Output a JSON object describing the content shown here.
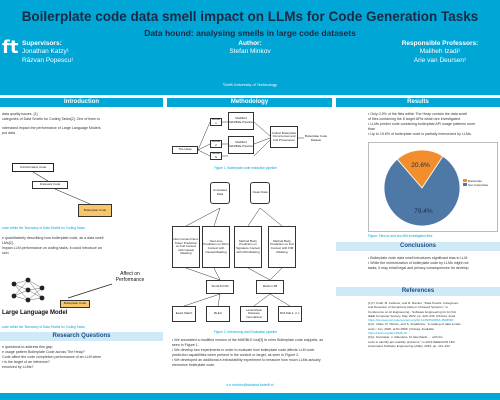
{
  "header": {
    "title": "Boilerplate code data smell impact on LLMs for Code Generation Tasks",
    "subtitle": "Data hound: analysing smells in large code datasets",
    "logo_text": "ft",
    "supervisors_label": "Supervisors:",
    "supervisors": [
      "Jonathan Katzy¹",
      "Răzvan Popescu¹"
    ],
    "author_label": "Author:",
    "author": "Stefan Minkov",
    "professors_label": "Responsible Professors:",
    "professors": [
      "Maliheh Izadi¹",
      "Arie van Deursen¹"
    ],
    "affiliation": "¹Delft University of Technology"
  },
  "sections": {
    "introduction": "Introduction",
    "methodology": "Methodology",
    "results": "Results",
    "conclusions": "Conclusions",
    "references": "References",
    "research_questions": "Research Questions"
  },
  "intro": {
    "lines": [
      "data quality issues. [1]",
      "categories of Data Smells for Coding Tasks[2]. One of them is",
      "",
      "nderstand impact the performance of Large Language Models",
      "put data"
    ],
    "fig_nodes": [
      "Uninformative Code",
      "Irrelevant Code",
      "Boilerplate Code"
    ],
    "fig_caption": "code within the Taxonomy of Data Smells for Coding Tasks",
    "lines2": [
      "e quantitatively describing how boilerplate code, as a data smell",
      "LMs[2].",
      "impact LLM performance on coding tasks, it could introduce an",
      "sion"
    ],
    "affect_label": "Affect on Performance",
    "llm_label": "Large Language Model",
    "fig2_caption": "code within the Taxonomy of Data Smells for Coding Tasks"
  },
  "rq": {
    "lines": [
      "n questions to address this gap:",
      "e usage pattern Boilerplate Code across The Heap?",
      "Code affect the code completion performance of an LLM when",
      "r is the target of an inference?",
      "emorized by LLMs?"
    ]
  },
  "methodology": {
    "fig1_nodes": [
      "The Heap",
      "Model 1",
      "Model 2",
      "Model N",
      "Modified MARBLE Pipeline",
      "Modified MARBLE Pipeline",
      "Collect Boilerplate Occurrences and Full Provenance",
      "Boilerplate Code Dataset"
    ],
    "fig1_caption": "Figure 1: Boilerplate code extraction pipeline",
    "fig2_nodes": [
      "Annotated Data",
      "Clean Data",
      "Next Context Next-Token Prediction on Full Context with Causal Masking",
      "Next-Line Prediction on Fill-in Context with Causal Masking",
      "Method Body Prediction on Signature Context with FIM Masking",
      "Method Body Prediction on Full Context with FIM Masking",
      "SmolLM FIM",
      "Mellum 4B",
      "Exact Match",
      "BLEU",
      "Levenshtein Distance Normalized",
      "ROUGE 1, 2, L"
    ],
    "fig2_caption": "Figure 2: Inferencing and Evaluation pipeline",
    "bullets": [
      "We annotated a modified version of the MARBLE tool[3] to mine Boilerplate code snippets, as seen in Figure 1.",
      "We develop two experiments in order to evaluate how boilerplate code affects LLM code prediction capabilities when present in the context or target, as seen in Figure 2.",
      "We developed an additional a extractability experiment to measure how much LLMs actually memorize boilerplate code."
    ]
  },
  "results": {
    "lines": [
      "Only 0.5% of the files within The Heap contain the data smell",
      "of files containing the 8 target APIs which are investigated.",
      "LLMs predict code containing boilerplate API usage patterns more",
      "than",
      "Up to 15.8% of boilerplate code is partially memorized by LLMs."
    ],
    "legend": [
      "Boilerplate",
      "Non-boilerplate"
    ],
    "chart_caption": "Figure: Files w/ and w/o MM investigated files"
  },
  "chart_data": {
    "type": "pie",
    "title": "",
    "slices": [
      {
        "label": "20.6%",
        "value": 20.6,
        "color": "#f28e2b"
      },
      {
        "label": "79.4%",
        "value": 79.4,
        "color": "#4e79a7"
      }
    ]
  },
  "conclusions": {
    "lines": [
      "Boilerplate code data smell introduces significant bias in LLM",
      "While the memorization of boilerplate code by LLMs might not",
      "tasks, it may entail legal and privacy consequences for develop"
    ]
  },
  "references": {
    "lines": [
      "[1] H. Foidl, M. Felderer, and R. Ramler, \"Data Smells: Categories,",
      "and Detection of Suspicious Data in AI-based Systems,\" in",
      "Conference on AI Engineering - Software Engineering for AI (CA",
      "IEEE Computer Society, May 2022, pp. 229–239. [Online]. Avail",
      "https://doi.ieeecomputersociety.org/10.1145/3522664.3528590",
      "[2] A. Vitale, R. Oliveto, and S. Scalabrino, \"A catalog of data smells",
      "code,\" Jun. 2025, arXiv:2506. [Online]. Available",
      "https://arxiv.org/abs/2506.10..."
    ],
    "lines2": [
      "[3] A. Karmakar, J. Allamanis, M. Eberhardt, ... with the",
      "code to identify api usability problems,\" in 2019 IEEE/ACM 16th",
      "Automated Software Engineering (ASE), 2019, pp. 411–422."
    ]
  },
  "footer": {
    "email": "s.n.minkov@student.tudelft.nl"
  }
}
